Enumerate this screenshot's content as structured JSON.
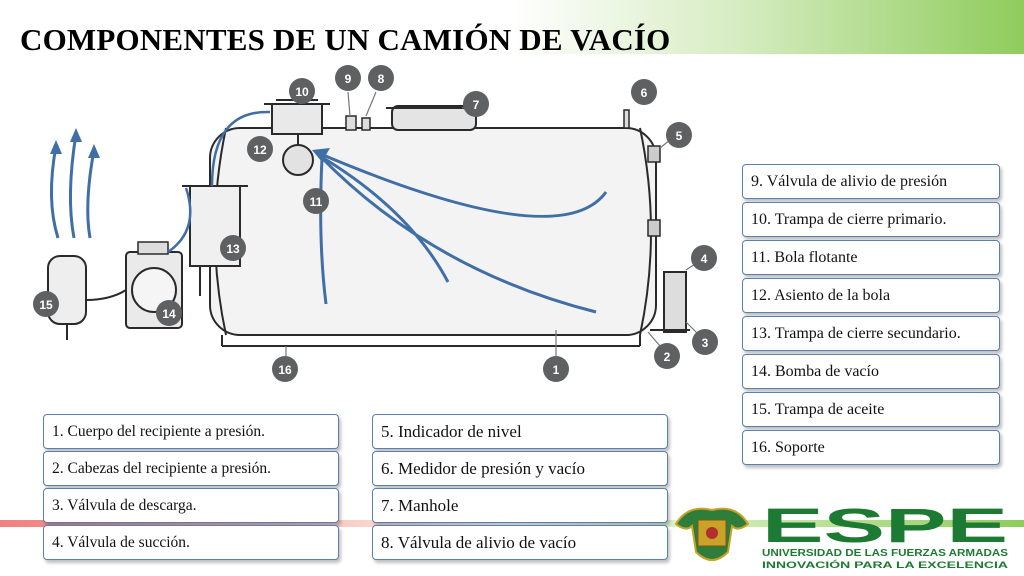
{
  "title": "COMPONENTES DE UN CAMIÓN DE VACÍO",
  "callouts": [
    "1",
    "2",
    "3",
    "4",
    "5",
    "6",
    "7",
    "8",
    "9",
    "10",
    "11",
    "12",
    "13",
    "14",
    "15",
    "16"
  ],
  "legend_left": [
    "1. Cuerpo del recipiente a presión.",
    "2. Cabezas del recipiente a presión.",
    "3. Válvula de descarga.",
    "4. Válvula de succión."
  ],
  "legend_center": [
    "5. Indicador de nivel",
    "6. Medidor de presión y vacío",
    "7. Manhole",
    "8.  Válvula de alivio de vacío"
  ],
  "legend_right": [
    "9. Válvula de alivio de presión",
    "10. Trampa de cierre primario.",
    "11. Bola flotante",
    "12. Asiento de la bola",
    "13. Trampa de cierre secundario.",
    "14. Bomba de vacío",
    "15. Trampa de aceite",
    "16. Soporte"
  ],
  "logo": {
    "text": "ESPE",
    "subtitle": "UNIVERSIDAD DE LAS FUERZAS ARMADAS",
    "tagline": "INNOVACIÓN PARA LA EXCELENCIA"
  },
  "colors": {
    "accent_green": "#8fcc5c",
    "callout": "#5f6062",
    "flow_arrow": "#3f6fa6",
    "logo_green": "#1d7a33",
    "box_border": "#5b7fb0"
  }
}
